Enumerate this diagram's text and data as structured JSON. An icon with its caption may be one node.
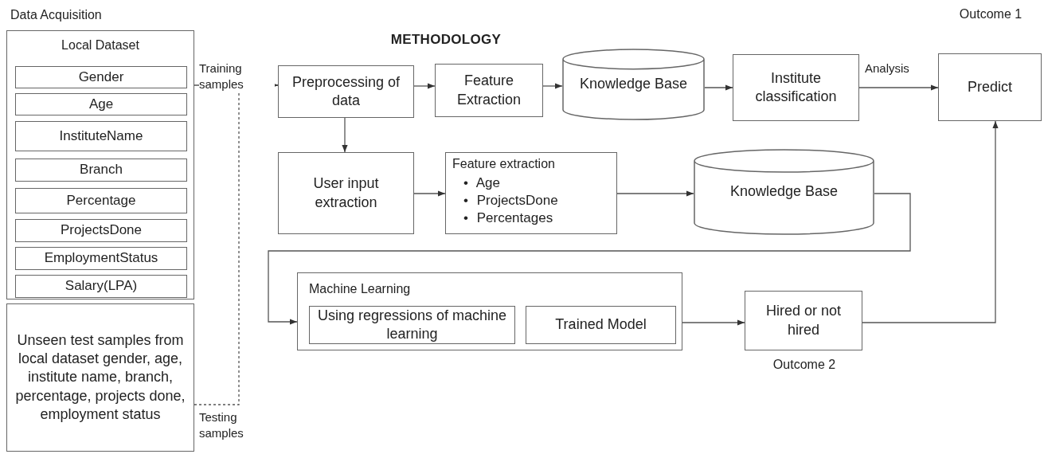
{
  "diagram": {
    "title": "METHODOLOGY",
    "nodes": [
      {
        "text": [
          "Data Acquisition",
          "Local Dataset"
        ]
      },
      {
        "text": [
          "Gender"
        ],
        "in": 0
      },
      {
        "text": [
          "Age"
        ],
        "in": 0
      },
      {
        "text": [
          "InstituteName"
        ],
        "in": 0
      },
      {
        "text": [
          "Branch"
        ],
        "in": 0
      },
      {
        "text": [
          "Percentage"
        ],
        "in": 0
      },
      {
        "text": [
          "ProjectsDone"
        ],
        "in": 0
      },
      {
        "text": [
          "EmploymentStatus"
        ],
        "in": 0
      },
      {
        "text": [
          "Salary(LPA)"
        ],
        "in": 0
      },
      {
        "text": [
          "Unseen test samples from local dataset gender, age, institute name, branch, percentage, projects done, employment status"
        ]
      },
      {
        "text": [
          "Preprocessing of data"
        ]
      },
      {
        "text": [
          "Feature Extraction"
        ]
      },
      {
        "text": [
          "Knowledge Base"
        ]
      },
      {
        "text": [
          "Institute classification"
        ]
      },
      {
        "text": [
          "Predict"
        ],
        "beside": [
          "Outcome 1"
        ]
      },
      {
        "text": [
          "User input extraction"
        ]
      },
      {
        "text": [
          "Feature extraction",
          "• Age",
          "• ProjectsDone",
          "• Percentages"
        ]
      },
      {
        "text": [
          "Knowledge Base"
        ]
      },
      {
        "text": [
          "Machine Learning"
        ]
      },
      {
        "text": [
          "Using regressions of machine learning"
        ],
        "in": 18
      },
      {
        "text": [
          "Trained Model"
        ],
        "in": 18
      },
      {
        "text": [
          "Hired or not hired"
        ],
        "beside": [
          "Outcome 2"
        ]
      }
    ],
    "edges": [
      {
        "from": 0,
        "to": 10,
        "arrow": "to",
        "label": "Training samples"
      },
      {
        "from": 9,
        "to": 10,
        "arrow": "to",
        "style": "dashed",
        "label": "Testing samples"
      },
      {
        "from": 10,
        "to": 11,
        "arrow": "to"
      },
      {
        "from": 11,
        "to": 12,
        "arrow": "to"
      },
      {
        "from": 12,
        "to": 13,
        "arrow": "to"
      },
      {
        "from": 13,
        "to": 14,
        "arrow": "to",
        "label": "Analysis"
      },
      {
        "from": 10,
        "to": 15,
        "arrow": "to"
      },
      {
        "from": 15,
        "to": 16,
        "arrow": "to"
      },
      {
        "from": 16,
        "to": 17,
        "arrow": "to"
      },
      {
        "from": 17,
        "to": 18,
        "arrow": "to"
      },
      {
        "from": 18,
        "to": 21,
        "arrow": "to"
      },
      {
        "from": 21,
        "to": 14,
        "arrow": "to"
      }
    ]
  }
}
